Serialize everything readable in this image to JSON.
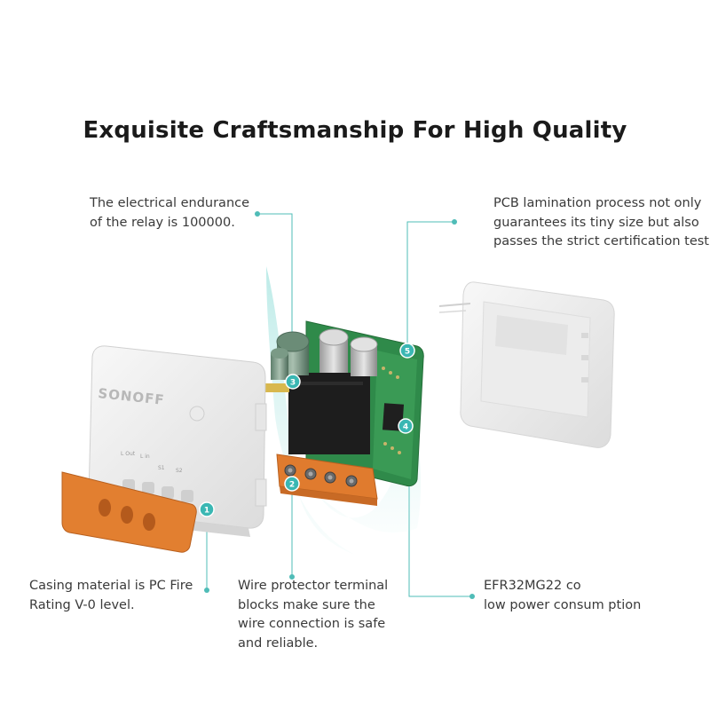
{
  "title": "Exquisite Craftsmanship For High Quality",
  "captions": {
    "relay": [
      "The electrical endurance",
      "of the relay is 100000."
    ],
    "pcb": [
      "PCB lamination process not only",
      "guarantees its tiny size but also",
      "passes the strict certification test."
    ],
    "casing": [
      "Casing material is PC Fire",
      "Rating V-0 level."
    ],
    "wire": [
      "Wire protector terminal",
      "blocks make sure the",
      "wire connection is safe",
      "and reliable."
    ],
    "chip": [
      "EFR32MG22 co",
      "low power consum ption"
    ]
  },
  "product": {
    "brand": "SONOFF",
    "terminals": [
      "L Out",
      "L in",
      "S1",
      "S2"
    ]
  },
  "markers": [
    "1",
    "2",
    "3",
    "4",
    "5"
  ],
  "colors": {
    "accent": "#3ab7b3",
    "orange": "#e07b2e",
    "pcb_green": "#2f8a4a",
    "case_white": "#f1f1f1"
  }
}
